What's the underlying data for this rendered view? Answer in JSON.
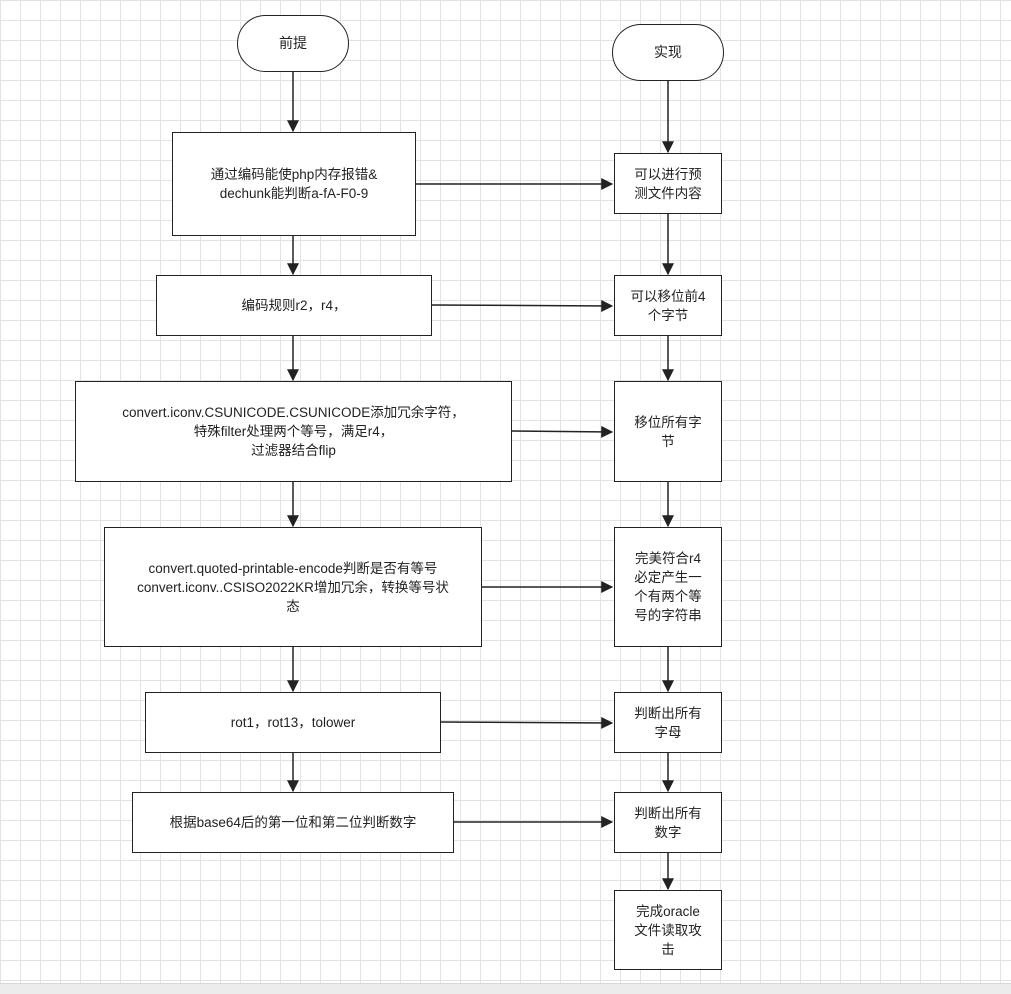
{
  "diagram": {
    "left_terminal": "前提",
    "right_terminal": "实现",
    "left_steps": [
      "通过编码能使php内存报错&\ndechunk能判断a-fA-F0-9",
      "编码规则r2，r4，",
      "convert.iconv.CSUNICODE.CSUNICODE添加冗余字符，\n特殊filter处理两个等号，满足r4，\n过滤器结合flip",
      "convert.quoted-printable-encode判断是否有等号\nconvert.iconv..CSISO2022KR增加冗余，转换等号状\n态",
      "rot1，rot13，tolower",
      "根据base64后的第一位和第二位判断数字"
    ],
    "right_steps": [
      "可以进行预\n测文件内容",
      "可以移位前4\n个字节",
      "移位所有字\n节",
      "完美符合r4\n必定产生一\n个有两个等\n号的字符串",
      "判断出所有\n字母",
      "判断出所有\n数字",
      "完成oracle\n文件读取攻\n击"
    ]
  }
}
